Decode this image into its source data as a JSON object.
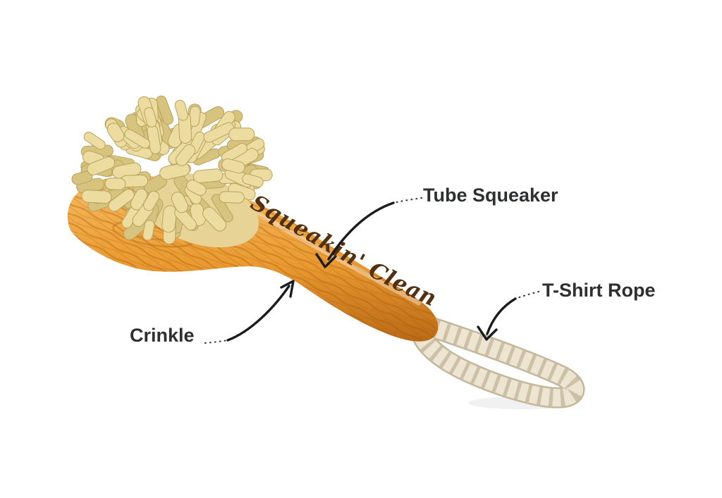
{
  "figure": {
    "background": "#ffffff",
    "handle_text": "Squeakin' Clean"
  },
  "annotations": [
    {
      "id": "tube-squeaker",
      "label": "Tube Squeaker"
    },
    {
      "id": "t-shirt-rope",
      "label": "T-Shirt Rope"
    },
    {
      "id": "crinkle",
      "label": "Crinkle"
    }
  ],
  "colors": {
    "background": "#ffffff",
    "wood_light": "#f7bd62",
    "wood_base": "#eb9c33",
    "wood_deep": "#d97f1e",
    "wood_grain": "#b5660f",
    "bristle_front": "#ecdc9f",
    "bristle_back": "#d6c37e",
    "bristle_edge": "#b9a25e",
    "bristle_base": "#e6d395",
    "rope": "#ede5d1",
    "rope_edge": "#c3b79c",
    "rope_shadow": "#b0a487",
    "script_text": "#53300f",
    "label_text": "#2d2f30",
    "arrow": "#1b1c1d"
  }
}
